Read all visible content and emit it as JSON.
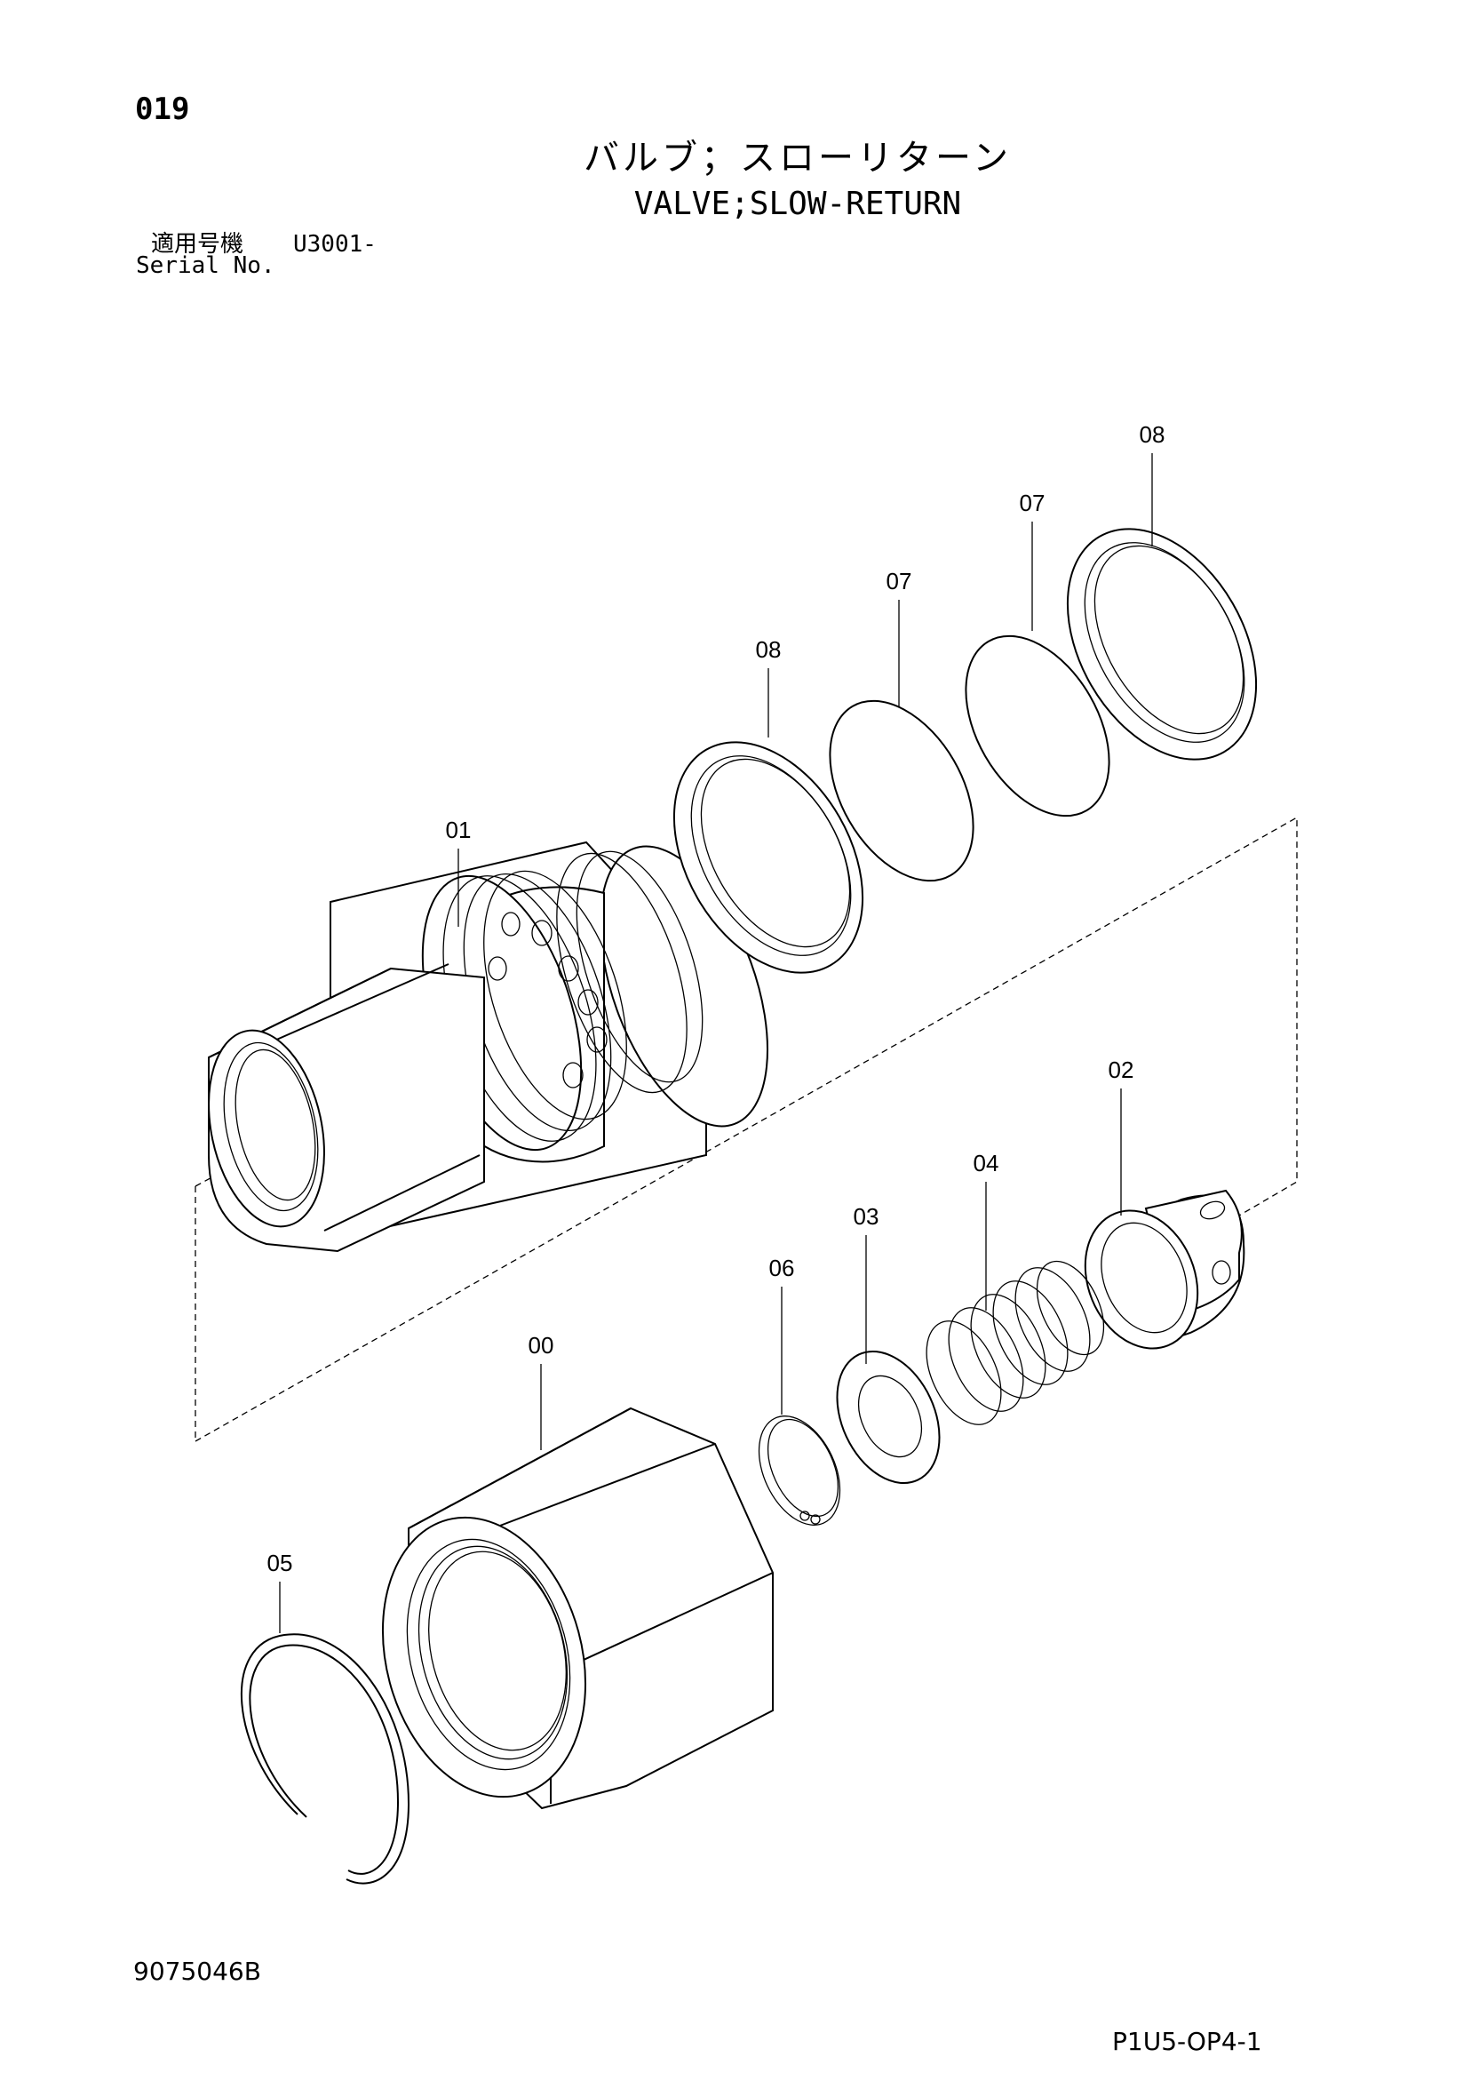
{
  "header": {
    "page_number": "019",
    "title_jp": "バルブ；スローリターン",
    "title_en": "VALVE;SLOW-RETURN",
    "serial_label_jp": "適用号機",
    "serial_value": "U3001-",
    "serial_label_en": "Serial No."
  },
  "callouts": {
    "c00": "00",
    "c01": "01",
    "c02": "02",
    "c03": "03",
    "c04": "04",
    "c05": "05",
    "c06": "06",
    "c07a": "07",
    "c07b": "07",
    "c08a": "08",
    "c08b": "08"
  },
  "footer": {
    "drawing_number": "9075046B",
    "sheet_code": "P1U5-OP4-1"
  }
}
